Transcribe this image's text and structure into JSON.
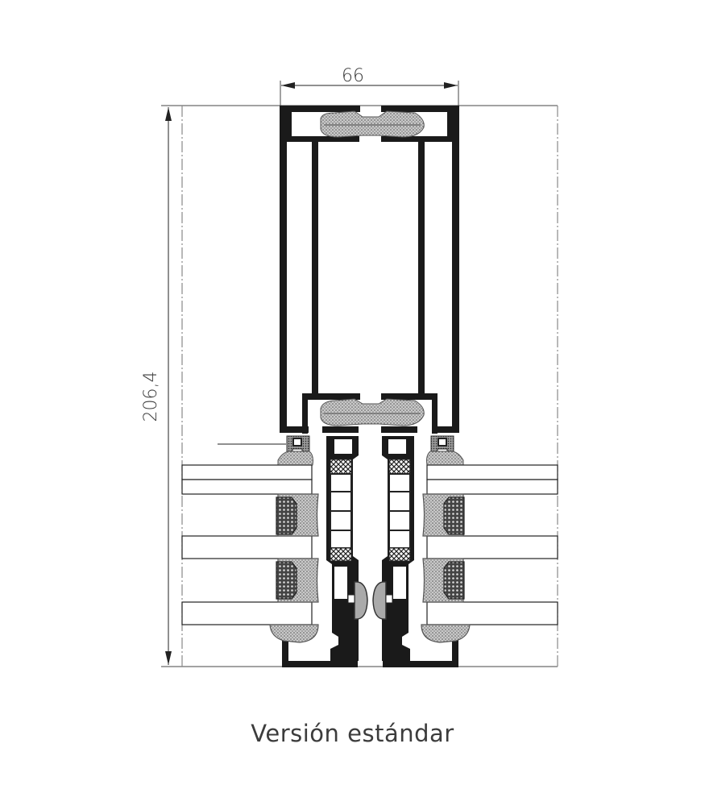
{
  "drawing": {
    "title": "Versión estándar",
    "dimensions": {
      "width_label": "66",
      "height_label": "206,4"
    },
    "colors": {
      "profile": "#1a1a1a",
      "gasket_light": "#b8b8b8",
      "gasket_dark": "#7a7a7a",
      "line": "#333333",
      "centerline": "#888888"
    }
  }
}
